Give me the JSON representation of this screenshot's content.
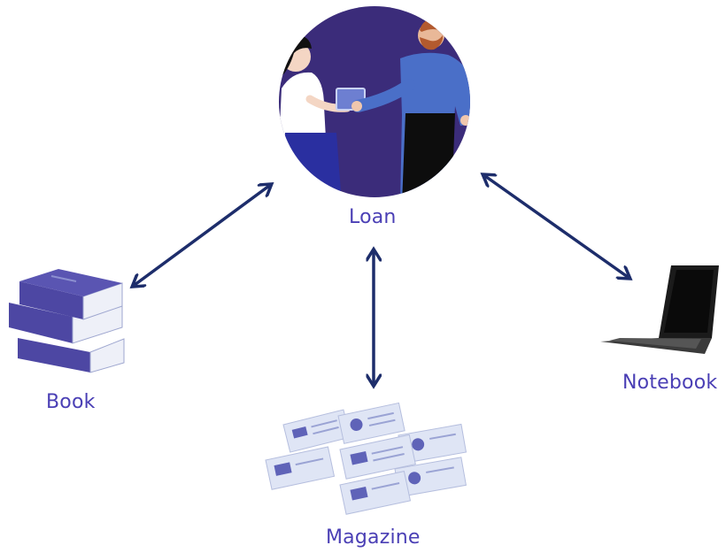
{
  "nodes": {
    "loan": {
      "label": "Loan"
    },
    "book": {
      "label": "Book"
    },
    "notebook": {
      "label": "Notebook"
    },
    "magazine": {
      "label": "Magazine"
    }
  },
  "colors": {
    "label": "#4a3fb5",
    "arrow": "#1d2d6b",
    "circle": "#3b2c7a",
    "book_cover": "#4d47a3",
    "book_pages": "#eef0f8",
    "laptop": "#111111",
    "magazine_page": "#dfe5f5",
    "magazine_accent": "#5f63b8"
  },
  "edges": [
    {
      "from": "loan",
      "to": "book",
      "type": "bidirectional"
    },
    {
      "from": "loan",
      "to": "notebook",
      "type": "bidirectional"
    },
    {
      "from": "loan",
      "to": "magazine",
      "type": "bidirectional"
    }
  ]
}
